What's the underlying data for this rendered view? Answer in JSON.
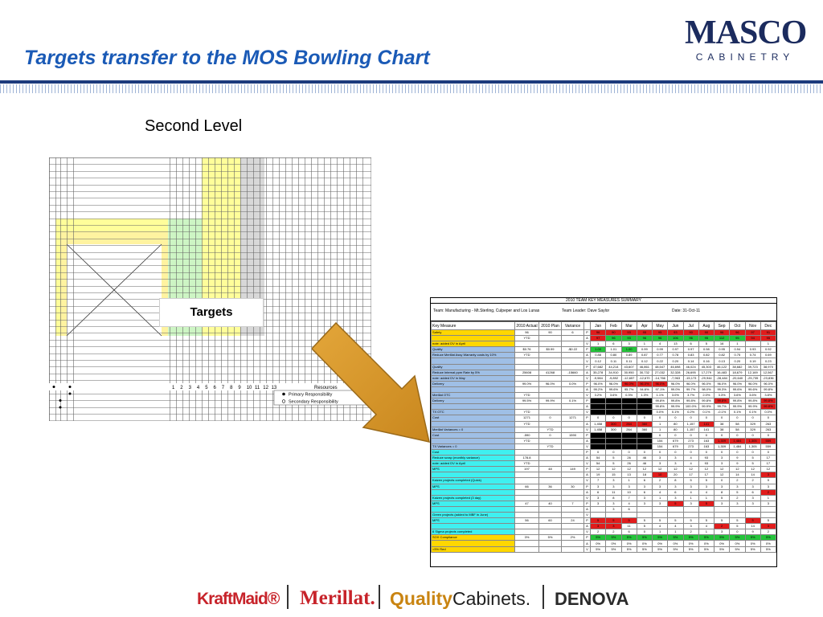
{
  "slide": {
    "title": "Targets transfer to the MOS Bowling Chart",
    "subtitle": "Second Level",
    "callout": "Targets"
  },
  "logo": {
    "main": "MASCO",
    "sub": "CABINETRY"
  },
  "bowling_template": {
    "month_numbers": [
      "1",
      "2",
      "3",
      "4",
      "5",
      "6",
      "7",
      "8",
      "9",
      "10",
      "11",
      "12",
      "13"
    ],
    "resources_label": "Resources",
    "legend_primary": "Primary Responsibility",
    "legend_secondary": "Secondary Responsibility"
  },
  "sheet": {
    "title": "2010 TEAM KEY MEASURES  SUMMARY",
    "team": "Team: Manufacturing - Mt.Sterling, Culpeper and Los Lunas",
    "leader": "Team Leader: Dave Saylor",
    "date": "Date:  31-Oct-11",
    "headers": [
      "Key Measure",
      "2010 Actual",
      "2010 Plan",
      "Variance",
      "",
      "Jan",
      "Feb",
      "Mar",
      "Apr",
      "May",
      "Jun",
      "Jul",
      "Aug",
      "Sep",
      "Oct",
      "Nov",
      "Dec"
    ],
    "rows": [
      {
        "m": "Safety",
        "a": "96",
        "p": "90",
        "v": "6",
        "t": "P",
        "cls": "y",
        "cells": [
          "96",
          "90",
          "93",
          "95",
          "95",
          "93",
          "90",
          "90",
          "96",
          "96",
          "97",
          "91"
        ],
        "f": "rrrrrrrrrrrr"
      },
      {
        "m": "",
        "a": "YTD",
        "p": "",
        "v": "",
        "t": "A",
        "cls": "y",
        "cells": [
          "97",
          "96",
          "93",
          "96",
          "96",
          "106",
          "96",
          "95",
          "112",
          "95",
          "94",
          "95"
        ],
        "f": "rgggggggggrr"
      },
      {
        "m": "note:  added DV in April",
        "a": "",
        "p": "",
        "v": "",
        "t": "V",
        "cls": "y",
        "cells": [
          "1",
          "6",
          "3",
          "1",
          "4",
          "13",
          "6",
          "5",
          "16",
          "1",
          "",
          "1"
        ],
        "f": "wwwwwwwwwwww"
      },
      {
        "m": "Quality",
        "a": "$0.76",
        "p": "$0.99",
        "v": "-$0.22",
        "t": "P",
        "cls": "b",
        "cells": [
          "1.00",
          "1.01",
          "1.00",
          "0.99",
          "0.99",
          "0.97",
          "0.97",
          "0.98",
          "0.95",
          "0.94",
          "0.93",
          "0.92"
        ],
        "f": "gwgwwwwwwwww"
      },
      {
        "m": "Reduce Merillat Assy Warranty costs by 10%",
        "a": "YTD",
        "p": "",
        "v": "",
        "t": "A",
        "cls": "b",
        "cells": [
          "0.88",
          "0.80",
          "0.89",
          "0.87",
          "0.77",
          "0.78",
          "0.83",
          "0.82",
          "0.82",
          "0.75",
          "0.74",
          "0.69"
        ],
        "f": "wwwwwwwwwwww"
      },
      {
        "m": "",
        "a": "",
        "p": "",
        "v": "",
        "t": "V",
        "cls": "b",
        "cells": [
          "0.12",
          "0.11",
          "0.11",
          "0.12",
          "0.22",
          "0.20",
          "0.14",
          "0.16",
          "0.13",
          "0.20",
          "0.19",
          "0.23"
        ],
        "f": "wwwwwwwwwwww"
      },
      {
        "m": "Quality",
        "a": "",
        "p": "",
        "v": "",
        "t": "P",
        "cls": "b",
        "cells": [
          "47,682",
          "44,214",
          "43,607",
          "46,861",
          "48,547",
          "46,698",
          "46,024",
          "45,303",
          "46,122",
          "38,682",
          "39,723",
          "38,970"
        ],
        "f": "wwwwwwwwwwww"
      },
      {
        "m": "Reduce Internal ppm Rate by 5%",
        "a": "25608",
        "p": "41268",
        "v": "-15660",
        "t": "A",
        "cls": "b",
        "cells": [
          "35,278",
          "34,910",
          "30,950",
          "30,732",
          "27,032",
          "32,328",
          "26,695",
          "17,279",
          "16,483",
          "18,679",
          "12,169",
          "12,567"
        ],
        "f": "wwwwwwwwwwww"
      },
      {
        "m": "note:  added DV in May",
        "a": "",
        "p": "",
        "v": "",
        "t": "V",
        "cls": "b",
        "cells": [
          "-9,984",
          "-9,892",
          "-12,657",
          "-12,670",
          "-14,766",
          "-7,963",
          "-15,173",
          "-29,944",
          "-28,484",
          "-20,640",
          "-25,735",
          "-23,836"
        ],
        "f": "wwwwwwwwwwww"
      },
      {
        "m": "Delivery",
        "a": "99.0%",
        "p": "96.0%",
        "v": "0.0%",
        "t": "P",
        "cls": "b",
        "cells": [
          "96.0%",
          "96.0%",
          "96.0%",
          "96.0%",
          "96.0%",
          "96.0%",
          "96.0%",
          "96.0%",
          "96.0%",
          "96.0%",
          "96.0%",
          "96.0%"
        ],
        "f": "wwrrrwwwwwww"
      },
      {
        "m": "",
        "a": "",
        "p": "",
        "v": "",
        "t": "A",
        "cls": "b",
        "cells": [
          "99.2%",
          "99.6%",
          "95.7%",
          "94.6%",
          "97.1%",
          "99.0%",
          "99.7%",
          "98.0%",
          "99.3%",
          "99.6%",
          "99.6%",
          "99.8%"
        ],
        "f": "wwwwwwwwwwww"
      },
      {
        "m": "Merillat OTC",
        "a": "YTD",
        "p": "",
        "v": "",
        "t": "V",
        "cls": "b",
        "cells": [
          "3.2%",
          "3.6%",
          "0.3%",
          "1.3%",
          "1.1%",
          "3.0%",
          "3.7%",
          "2.0%",
          "3.3%",
          "3.6%",
          "3.6%",
          "3.8%"
        ],
        "f": "wwwwwwwwwwww"
      },
      {
        "m": "Delivery",
        "a": "99.5%",
        "p": "99.9%",
        "v": "0.1%",
        "t": "P",
        "cls": "b",
        "cells": [
          "",
          "",
          "",
          "",
          "99.8%",
          "99.8%",
          "99.8%",
          "99.8%",
          "99.8%",
          "99.8%",
          "99.8%",
          "99.8%"
        ],
        "f": "kkkkwwwwrwwr"
      },
      {
        "m": "",
        "a": "",
        "p": "",
        "v": "",
        "t": "A",
        "cls": "b",
        "cells": [
          "",
          "",
          "",
          "",
          "99.8%",
          "99.9%",
          "100.0%",
          "99.9%",
          "99.7%",
          "99.9%",
          "99.9%",
          "99.8%"
        ],
        "f": "kkkkwwwwwwwr"
      },
      {
        "m": "TX OTC",
        "a": "YTD",
        "p": "",
        "v": "",
        "t": "V",
        "cls": "b",
        "cells": [
          "",
          "",
          "",
          "",
          "0.0%",
          "0.1%",
          "0.2%",
          "0.1%",
          "-0.1%",
          "0.1%",
          "0.1%",
          "0.0%"
        ],
        "f": "kkkkwwwwwwww"
      },
      {
        "m": "Cost",
        "a": "1271",
        "p": "0",
        "v": "1271",
        "t": "P",
        "cls": "b",
        "cells": [
          "0",
          "0",
          "0",
          "0",
          "0",
          "0",
          "0",
          "0",
          "0",
          "0",
          "0",
          "0"
        ],
        "f": "wwwwwwwwwwww"
      },
      {
        "m": "",
        "a": "YTD",
        "p": "",
        "v": "",
        "t": "A",
        "cls": "b",
        "cells": [
          "1,458",
          "300",
          "264",
          "360",
          "1",
          "80",
          "1,157",
          "141",
          "38",
          "58",
          "329",
          "263"
        ],
        "f": "wrrrwwwrwwww"
      },
      {
        "m": "Merillat Variances = 0",
        "a": "",
        "p": "YTD",
        "v": "",
        "t": "V",
        "cls": "b",
        "cells": [
          "1,458",
          "300",
          "264",
          "360",
          "1",
          "80",
          "1,157",
          "141",
          "38",
          "58",
          "329",
          "263"
        ],
        "f": "wwwwwwwwwwww"
      },
      {
        "m": "Cost",
        "a": "-590",
        "p": "0",
        "v": "1590",
        "t": "P",
        "cls": "b",
        "cells": [
          "",
          "",
          "",
          "",
          "0",
          "0",
          "0",
          "0",
          "0",
          "0",
          "0",
          "0"
        ],
        "f": "kkkkwwwwwwww"
      },
      {
        "m": "",
        "a": "YTD",
        "p": "",
        "v": "",
        "t": "A",
        "cls": "b",
        "cells": [
          "",
          "",
          "",
          "",
          "154",
          "679",
          "273",
          "163",
          "1,309",
          "1,484",
          "1,305",
          "559"
        ],
        "f": "kkkkwwwwrrrr"
      },
      {
        "m": "TX Variances = 0",
        "a": "",
        "p": "YTD",
        "v": "",
        "t": "V",
        "cls": "b",
        "cells": [
          "",
          "",
          "",
          "",
          "154",
          "679",
          "273",
          "163",
          "1,309",
          "1,484",
          "1,305",
          "559"
        ],
        "f": "kkkkwwwwwwww"
      },
      {
        "m": "Cost",
        "a": "",
        "p": "",
        "v": "",
        "t": "P",
        "cls": "c",
        "cells": [
          "0",
          "0",
          "0",
          "0",
          "0",
          "0",
          "0",
          "0",
          "0",
          "0",
          "0",
          "0"
        ],
        "f": "wwwwwwwwwwww"
      },
      {
        "m": "Reduce scrap (monthly variance)",
        "a": "178.8",
        "p": "",
        "v": "",
        "t": "A",
        "cls": "c",
        "cells": [
          "54",
          "5",
          "26",
          "46",
          "3",
          "3",
          "4",
          "93",
          "3",
          "9",
          "5",
          "17"
        ],
        "f": "wwwwwwwwwwww"
      },
      {
        "m": "note:  added DV in April",
        "a": "YTD",
        "p": "",
        "v": "",
        "t": "V",
        "cls": "c",
        "cells": [
          "54",
          "5",
          "26",
          "46",
          "3",
          "3",
          "4",
          "93",
          "3",
          "9",
          "5",
          "17"
        ],
        "f": "wwwwwwwwwwww"
      },
      {
        "m": "MPS",
        "a": "197",
        "p": "48",
        "v": "149",
        "t": "P",
        "cls": "c",
        "cells": [
          "12",
          "12",
          "12",
          "12",
          "12",
          "12",
          "12",
          "12",
          "12",
          "12",
          "12",
          "12"
        ],
        "f": "wwwwwwwwwwww"
      },
      {
        "m": "",
        "a": "",
        "p": "",
        "v": "",
        "t": "A",
        "cls": "c",
        "cells": [
          "19",
          "15",
          "13",
          "18",
          "10",
          "20",
          "17",
          "17",
          "12",
          "14",
          "14",
          "3"
        ],
        "f": "wwwwrwwwwwwr"
      },
      {
        "m": "Kaizen projects completed (Quick)",
        "a": "",
        "p": "",
        "v": "",
        "t": "V",
        "cls": "c",
        "cells": [
          "7",
          "3",
          "1",
          "6",
          "2",
          "8",
          "5",
          "5",
          "0",
          "2",
          "2",
          "9"
        ],
        "f": "wwwwwwwwwwww"
      },
      {
        "m": "MPS",
        "a": "66",
        "p": "36",
        "v": "30",
        "t": "P",
        "cls": "c",
        "cells": [
          "3",
          "3",
          "3",
          "3",
          "3",
          "3",
          "3",
          "3",
          "3",
          "3",
          "3",
          "3"
        ],
        "f": "wwwwwwwwwwww"
      },
      {
        "m": "",
        "a": "",
        "p": "",
        "v": "",
        "t": "A",
        "cls": "c",
        "cells": [
          "6",
          "11",
          "10",
          "6",
          "4",
          "6",
          "4",
          "4",
          "8",
          "5",
          "6",
          "2"
        ],
        "f": "wwwwwwwwwwwr"
      },
      {
        "m": "Kaizen projects completed (3 day)",
        "a": "",
        "p": "",
        "v": "",
        "t": "V",
        "cls": "c",
        "cells": [
          "3",
          "8",
          "7",
          "3",
          "1",
          "3",
          "1",
          "1",
          "5",
          "2",
          "3",
          "1"
        ],
        "f": "wwwwwwwwwwww"
      },
      {
        "m": "MPS",
        "a": "47",
        "p": "40",
        "v": "7",
        "t": "P",
        "cls": "c",
        "cells": [
          "3",
          "3",
          "4",
          "3",
          "3",
          "5",
          "3",
          "5",
          "3",
          "3",
          "3",
          "3"
        ],
        "f": "wwwwwrwrwwww"
      },
      {
        "m": "",
        "a": "",
        "p": "",
        "v": "",
        "t": "A",
        "cls": "c",
        "cells": [
          "",
          "3",
          "6",
          "",
          "",
          "",
          "",
          "",
          "",
          "",
          "",
          ""
        ],
        "f": "wwwwwwwwwwww"
      },
      {
        "m": "Green projects (added to MBF in June)",
        "a": "",
        "p": "",
        "v": "",
        "t": "V",
        "cls": "c",
        "cells": [
          "",
          "",
          "",
          "",
          "",
          "",
          "",
          "",
          "",
          "",
          "",
          ""
        ],
        "f": "wwwwwwwwwwww"
      },
      {
        "m": "MPS",
        "a": "56",
        "p": "60",
        "v": "24",
        "t": "P",
        "cls": "c",
        "cells": [
          "5",
          "5",
          "5",
          "5",
          "5",
          "5",
          "5",
          "5",
          "5",
          "5",
          "5",
          "5"
        ],
        "f": "rrrwwwwwwwrw"
      },
      {
        "m": "",
        "a": "",
        "p": "",
        "v": "",
        "t": "A",
        "cls": "c",
        "cells": [
          "3",
          "3",
          "11",
          "5",
          "4",
          "4",
          "3",
          "4",
          "2",
          "5",
          "14",
          "3"
        ],
        "f": "rrwwwwwwrwwr"
      },
      {
        "m": "6 Sigma projects completed",
        "a": "",
        "p": "",
        "v": "",
        "t": "V",
        "cls": "c",
        "cells": [
          "2",
          "2",
          "6",
          "0",
          "1",
          "1",
          "2",
          "1",
          "3",
          "0",
          "9",
          "2"
        ],
        "f": "wwwwwwwwwwww"
      },
      {
        "m": "SOX Compliance",
        "a": "3%",
        "p": "5%",
        "v": "2%",
        "t": "P",
        "cls": "y",
        "cells": [
          "5%",
          "5%",
          "5%",
          "5%",
          "5%",
          "5%",
          "5%",
          "5%",
          "5%",
          "5%",
          "5%",
          "5%"
        ],
        "f": "gggggggggggg"
      },
      {
        "m": "",
        "a": "",
        "p": "",
        "v": "",
        "t": "A",
        "cls": "y",
        "cells": [
          "0%",
          "0%",
          "0%",
          "0%",
          "0%",
          "0%",
          "0%",
          "0%",
          "0%",
          "0%",
          "0%",
          "0%"
        ],
        "f": "wwwwwwwwwwww"
      },
      {
        "m": "<5% Red",
        "a": "",
        "p": "",
        "v": "",
        "t": "V",
        "cls": "y",
        "cells": [
          "5%",
          "5%",
          "5%",
          "5%",
          "5%",
          "5%",
          "5%",
          "5%",
          "5%",
          "5%",
          "5%",
          "5%"
        ],
        "f": "wwwwwwwwwwww"
      }
    ]
  },
  "brands": {
    "kraftmaid": "KraftMaid®",
    "merillat": "Merillat.",
    "quality_a": "Quality",
    "quality_b": "Cabinets.",
    "denova": "DENOVA"
  }
}
